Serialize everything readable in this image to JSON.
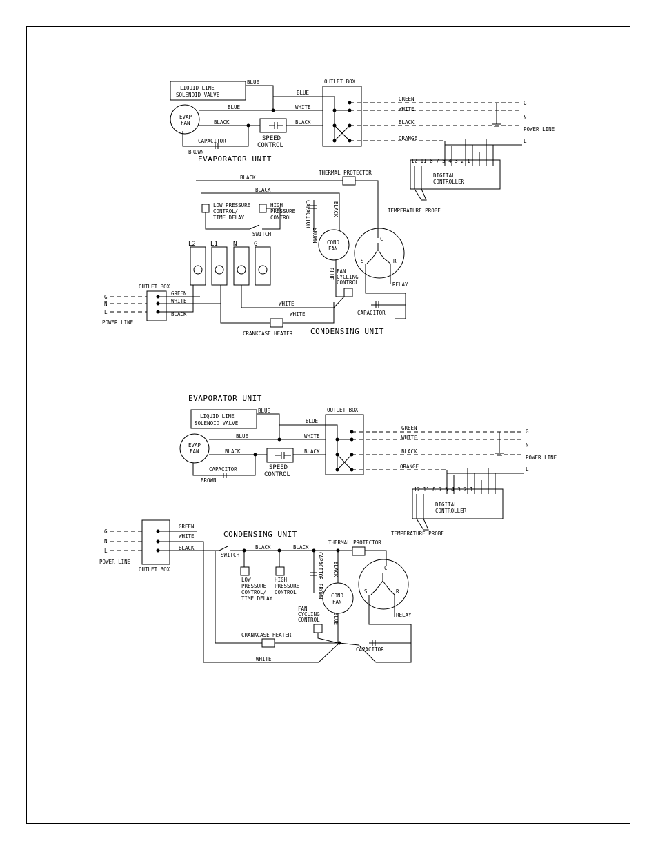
{
  "diagram1": {
    "evaporator_title": "EVAPORATOR UNIT",
    "condensing_title": "CONDENSING UNIT",
    "solenoid_line1": "LIQUID LINE",
    "solenoid_line2": "SOLENOID VALVE",
    "evap_fan_line1": "EVAP",
    "evap_fan_line2": "FAN",
    "speed_control_line1": "SPEED",
    "speed_control_line2": "CONTROL",
    "capacitor": "CAPACITOR",
    "brown": "BROWN",
    "blue": "BLUE",
    "white": "WHITE",
    "black": "BLACK",
    "green": "GREEN",
    "orange": "ORANGE",
    "outlet_box": "OUTLET BOX",
    "power_line": "POWER LINE",
    "g": "G",
    "n": "N",
    "l": "L",
    "terminals": "12 11    8  7    5  4  3  2  1",
    "digital_controller_line1": "DIGITAL",
    "digital_controller_line2": "CONTROLLER",
    "temperature_probe": "TEMPERATURE PROBE",
    "thermal_protector": "THERMAL PROTECTOR",
    "low_pressure_line1": "LOW PRESSURE",
    "low_pressure_line2": "CONTROL/",
    "low_pressure_line3": "TIME DELAY",
    "high_pressure_line1": "HIGH",
    "high_pressure_line2": "PRESSURE",
    "high_pressure_line3": "CONTROL",
    "switch": "SWITCH",
    "l2": "L2",
    "l1": "L1",
    "cond_fan_line1": "COND",
    "cond_fan_line2": "FAN",
    "fan_cycling_line1": "FAN",
    "fan_cycling_line2": "CYCLING",
    "fan_cycling_line3": "CONTROL",
    "relay": "RELAY",
    "compressor_c": "C",
    "compressor_s": "S",
    "compressor_r": "R",
    "crankcase_heater": "CRANKCASE HEATER"
  },
  "diagram2": {
    "evaporator_title": "EVAPORATOR UNIT",
    "condensing_title": "CONDENSING UNIT",
    "solenoid_line1": "LIQUID LINE",
    "solenoid_line2": "SOLENOID VALVE",
    "evap_fan_line1": "EVAP",
    "evap_fan_line2": "FAN",
    "speed_control_line1": "SPEED",
    "speed_control_line2": "CONTROL",
    "capacitor": "CAPACITOR",
    "brown": "BROWN",
    "blue": "BLUE",
    "white": "WHITE",
    "black": "BLACK",
    "green": "GREEN",
    "orange": "ORANGE",
    "outlet_box": "OUTLET BOX",
    "power_line": "POWER LINE",
    "g": "G",
    "n": "N",
    "l": "L",
    "terminals": "12 11    8  7    5  4  3  2  1",
    "digital_controller_line1": "DIGITAL",
    "digital_controller_line2": "CONTROLLER",
    "temperature_probe": "TEMPERATURE PROBE",
    "thermal_protector": "THERMAL PROTECTOR",
    "low_pressure_line1": "LOW",
    "low_pressure_line2": "PRESSURE",
    "low_pressure_line3": "CONTROL/",
    "low_pressure_line4": "TIME DELAY",
    "high_pressure_line1": "HIGH",
    "high_pressure_line2": "PRESSURE",
    "high_pressure_line3": "CONTROL",
    "switch": "SWITCH",
    "cond_fan_line1": "COND",
    "cond_fan_line2": "FAN",
    "fan_cycling_line1": "FAN",
    "fan_cycling_line2": "CYCLING",
    "fan_cycling_line3": "CONTROL",
    "relay": "RELAY",
    "compressor_c": "C",
    "compressor_s": "S",
    "compressor_r": "R",
    "crankcase_heater": "CRANKCASE HEATER"
  }
}
